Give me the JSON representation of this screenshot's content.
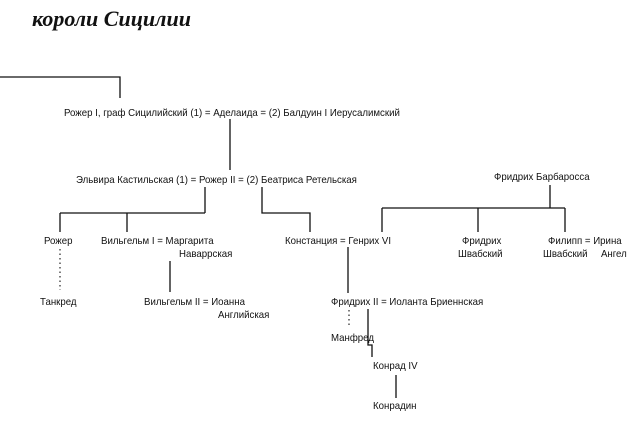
{
  "title": "короли Сицилии",
  "nodes": {
    "roger1": "Рожер I, граф Сицилийский (1) = Аделаида = (2) Балдуин I Иерусалимский",
    "roger2": "Эльвира Кастильская (1) = Рожер II = (2) Беатриса Ретельская",
    "barbarossa": "Фридрих Барбаросса",
    "roger_son": "Рожер",
    "william1_l1": "Вильгельм I = Маргарита",
    "william1_l2": "Наваррская",
    "constance": "Констанция = Генрих VI",
    "fred_swab_l1": "Фридрих",
    "fred_swab_l2": "Швабский",
    "philip_l1": "Филипп = Ирина",
    "philip_l2": "Швабский     Ангел",
    "tancred": "Танкред",
    "william2_l1": "Вильгельм II = Иоанна",
    "william2_l2": "Английская",
    "fred2": "Фридрих II = Иоланта Бриеннская",
    "manfred": "Манфред",
    "conrad4": "Конрад IV",
    "conradin": "Конрадин"
  }
}
